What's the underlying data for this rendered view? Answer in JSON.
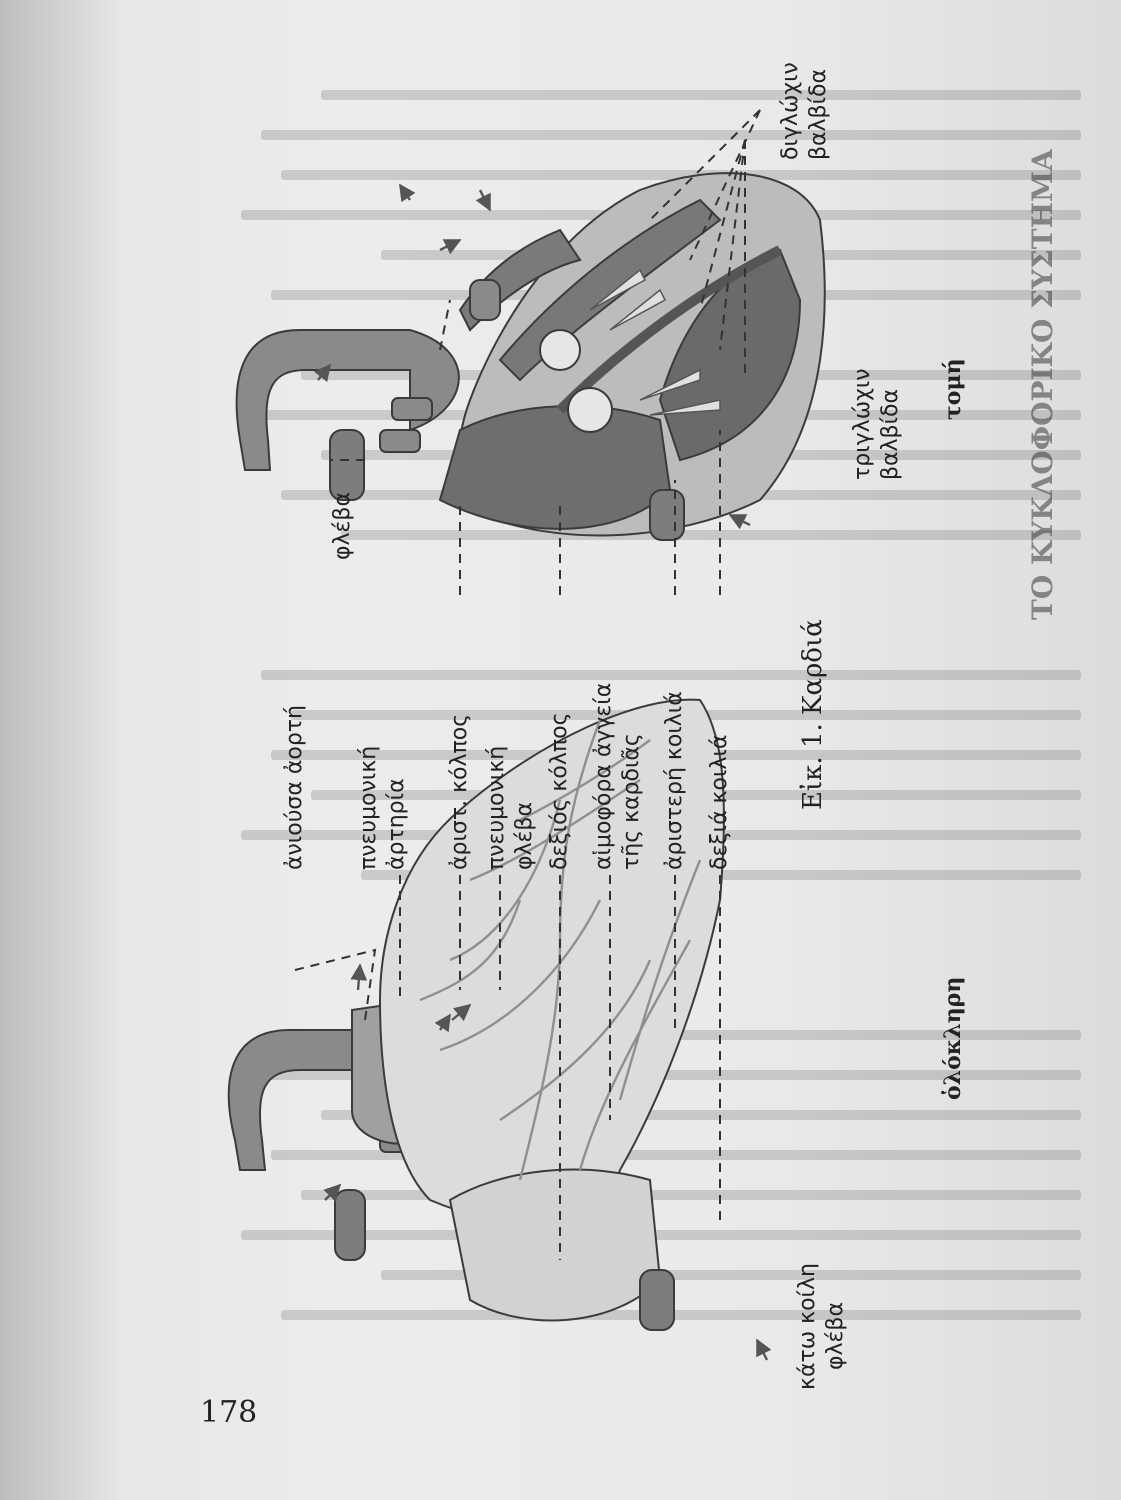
{
  "page_number": "178",
  "figure_caption": "Εἰκ. 1. Καρδιά",
  "views": {
    "whole": "ὁλόκληρη",
    "section": "τομή"
  },
  "labels": {
    "ascending_aorta": "ἀνιούσα ἀορτή",
    "pulmonary_artery_1": "πνευμονική",
    "pulmonary_artery_2": "ἀρτηρία",
    "left_atrium": "ἀριστ. κόλπος",
    "pulmonary_vein_1": "πνευμονική",
    "pulmonary_vein_2": "φλέβα",
    "right_atrium": "δεξιός κόλπος",
    "coronary_vessels_1": "αἱμοφόρα ἀγγεία",
    "coronary_vessels_2": "τῆς καρδιᾶς",
    "left_ventricle": "ἀριστερή κοιλιά",
    "right_ventricle": "δεξιά κοιλιά",
    "inferior_vena_cava_1": "κάτω κοίλη",
    "inferior_vena_cava_2": "φλέβα",
    "vein": "φλέβα",
    "tricuspid_valve_1": "τριγλώχιν",
    "tricuspid_valve_2": "βαλβίδα",
    "bicuspid_valve_1": "διγλώχιν",
    "bicuspid_valve_2": "βαλβίδα",
    "section_heading": "ΤΟ ΚΥΚΛΟΦΟΡΙΚΟ ΣΥΣΤΗΜΑ"
  },
  "colors": {
    "vessel": "#8a8a8a",
    "vessel_light": "#a9a9a9",
    "muscle": "#9a9a9a",
    "muscle_dark": "#7d7d7d",
    "chamber": "#6e6e6e",
    "outline": "#3b3b3b",
    "leader": "#333333"
  }
}
